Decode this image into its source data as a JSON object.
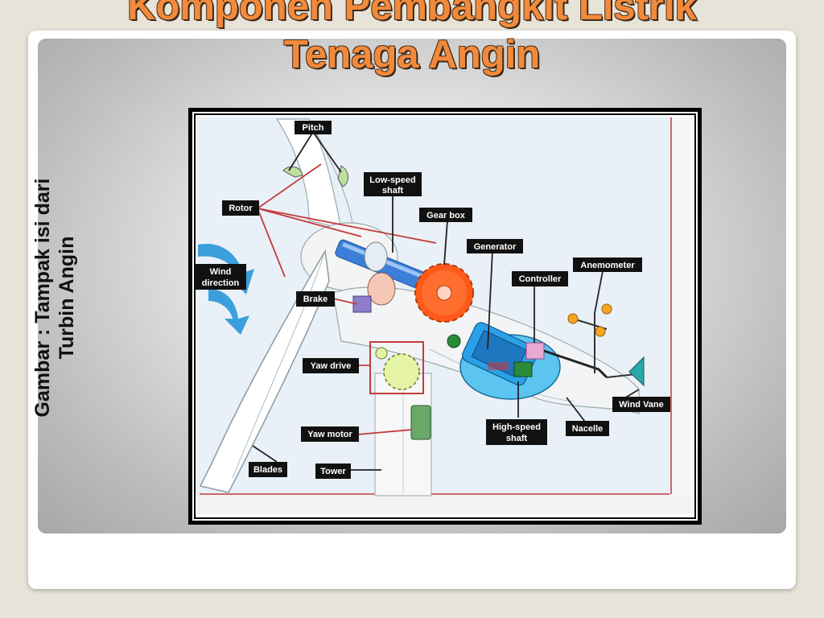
{
  "slide": {
    "title_line1": "Komponen Pembangkit Listrik",
    "title_line2": "Tenaga Angin",
    "caption_line1": "Gambar : Tampak isi dari",
    "caption_line2": "Turbin Angin"
  },
  "diagram": {
    "labels": {
      "pitch": "Pitch",
      "low_speed_shaft_1": "Low-speed",
      "low_speed_shaft_2": "shaft",
      "rotor": "Rotor",
      "gear_box": "Gear box",
      "generator": "Generator",
      "anemometer": "Anemometer",
      "wind_direction_1": "Wind",
      "wind_direction_2": "direction",
      "controller": "Controller",
      "brake": "Brake",
      "yaw_drive": "Yaw drive",
      "wind_vane": "Wind Vane",
      "high_speed_shaft_1": "High-speed",
      "high_speed_shaft_2": "shaft",
      "nacelle": "Nacelle",
      "yaw_motor": "Yaw motor",
      "blades": "Blades",
      "tower": "Tower"
    }
  },
  "colors": {
    "title": "#f28a3c",
    "gear": "#ff5a1a",
    "shaft": "#3b7fd9",
    "generator": "#2aa0e8",
    "arrow": "#3aa0dd"
  }
}
